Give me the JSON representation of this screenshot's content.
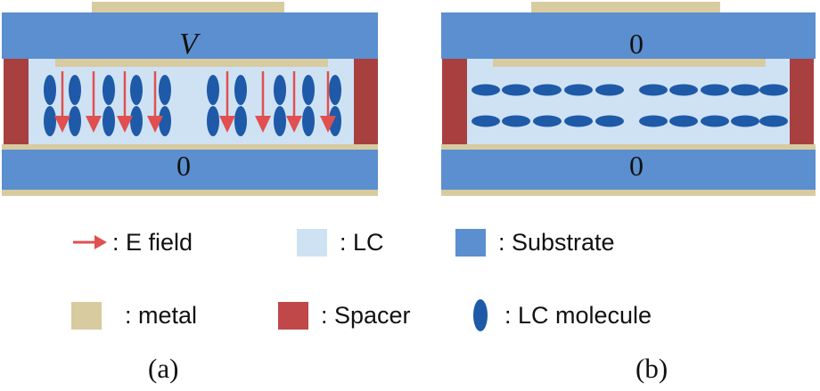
{
  "colors": {
    "substrate": "#5b8fd0",
    "lc": "#cfe2f4",
    "metal": "#d8cba0",
    "spacer": "#a84040",
    "molecule": "#1e5aa8",
    "efield": "#e05050"
  },
  "panel_a": {
    "top_voltage": "V",
    "bottom_voltage": "0",
    "caption": "(a)",
    "molecule_orientation": "vertical",
    "field": "on"
  },
  "panel_b": {
    "top_voltage": "0",
    "bottom_voltage": "0",
    "caption": "(b)",
    "molecule_orientation": "horizontal",
    "field": "off"
  },
  "legend": {
    "efield": ": E field",
    "lc": ": LC",
    "substrate": ": Substrate",
    "metal": ": metal",
    "spacer": ": Spacer",
    "molecule": ": LC molecule"
  },
  "icons": {
    "efield": "arrow-right-icon",
    "molecule": "ellipse-icon"
  }
}
